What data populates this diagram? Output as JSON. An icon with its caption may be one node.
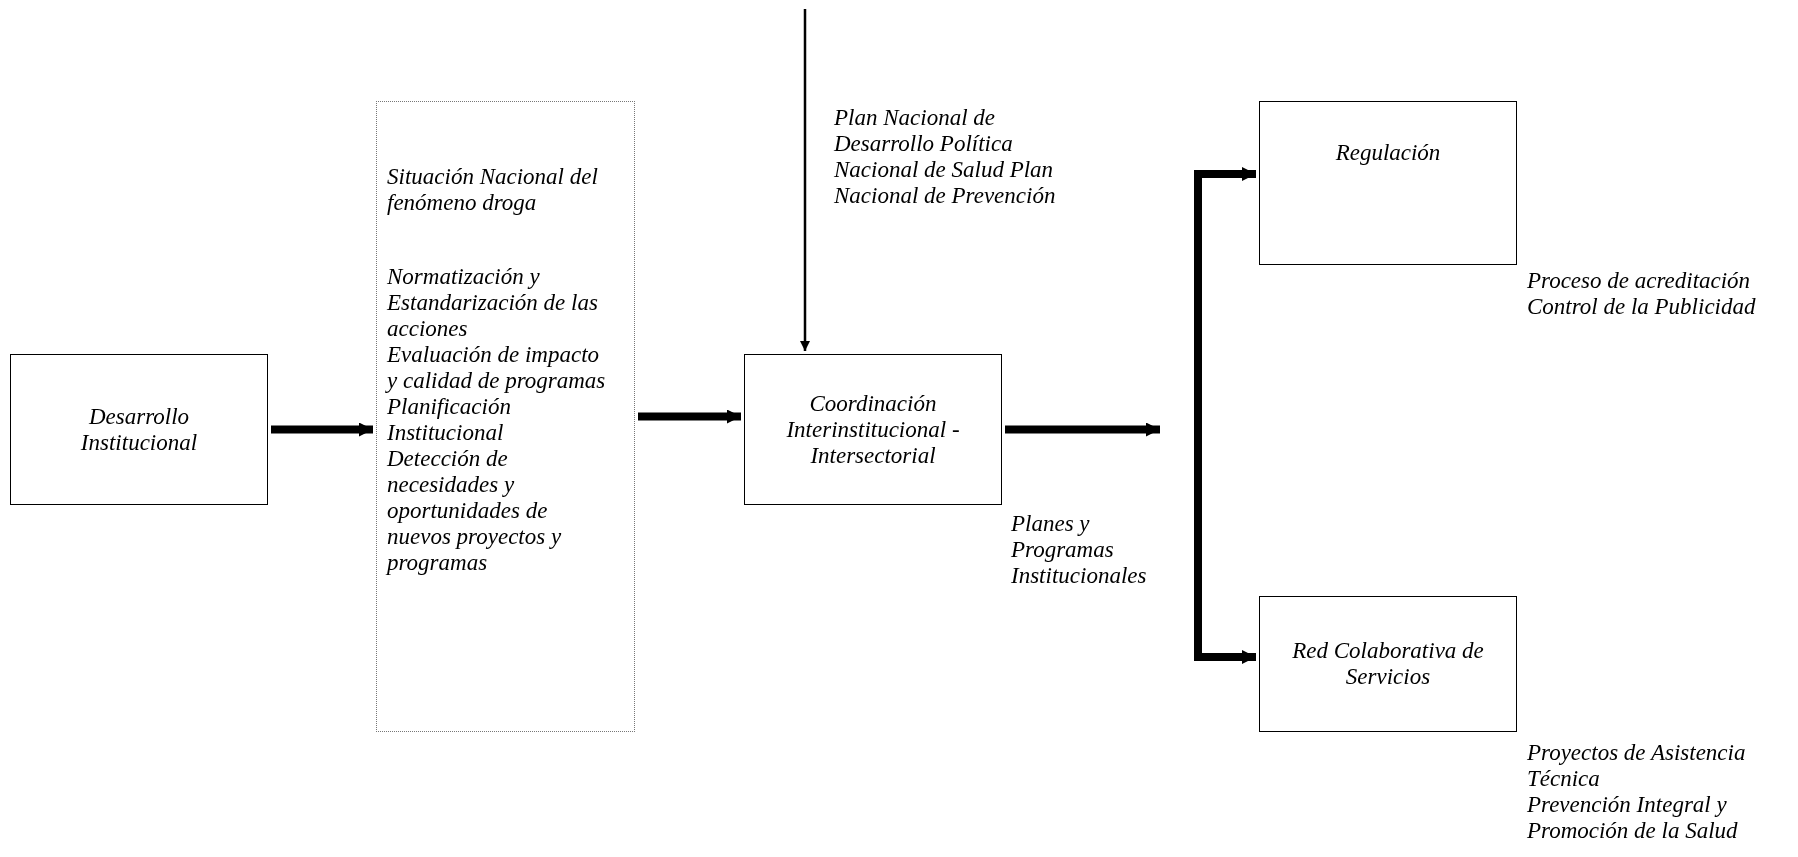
{
  "diagram": {
    "nodes": [
      {
        "text": [
          "Desarrollo Institucional"
        ]
      },
      {
        "text": [
          "Situación Nacional del fenómeno droga",
          "Normatización y Estandarización de las acciones",
          "Evaluación de impacto y calidad de programas",
          "Planificación Institucional",
          "Detección de necesidades y oportunidades de nuevos proyectos y programas"
        ]
      },
      {
        "text": [
          "Coordinación Interinstitucional - Intersectorial"
        ]
      },
      {
        "text": [
          "Regulación"
        ],
        "beside": [
          "Proceso de acreditación",
          "Control de la Publicidad"
        ]
      },
      {
        "text": [
          "Red Colaborativa de Servicios"
        ],
        "beside": [
          "Proyectos de Asistencia Técnica",
          "Prevención Integral y Promoción de la Salud"
        ]
      }
    ],
    "edges": [
      {
        "from": 0,
        "to": 1,
        "arrow": "to"
      },
      {
        "from": 1,
        "to": 2,
        "arrow": "to"
      },
      {
        "from": null,
        "to": 2,
        "arrow": "to",
        "label": "Plan Nacional de Desarrollo Política Nacional de Salud Plan Nacional de Prevención"
      },
      {
        "from": 2,
        "to": null,
        "arrow": "to",
        "label": "Planes y Programas Institucionales"
      },
      {
        "from": null,
        "to": 3,
        "arrow": "to"
      },
      {
        "from": null,
        "to": 4,
        "arrow": "to"
      }
    ]
  }
}
